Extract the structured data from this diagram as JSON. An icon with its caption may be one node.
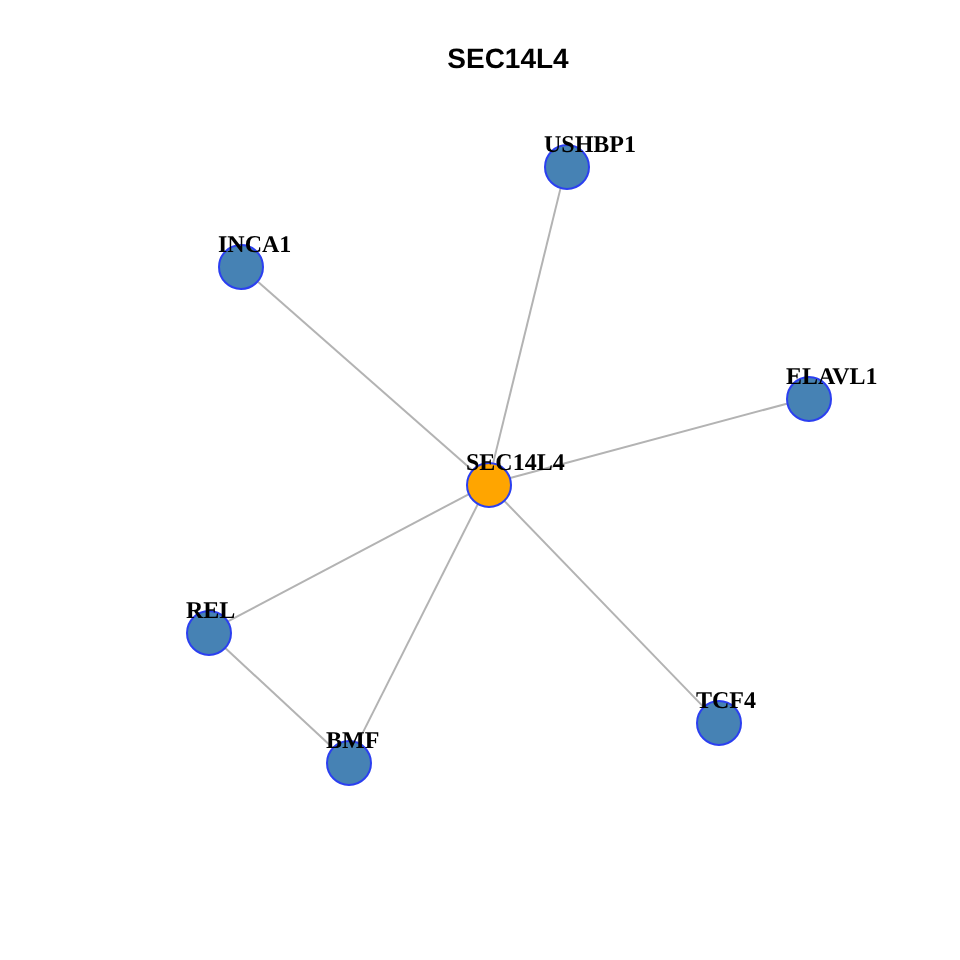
{
  "diagram": {
    "title": "SEC14L4",
    "nodes": [
      {
        "text": [
          "USHBP1"
        ]
      },
      {
        "text": [
          "INCA1"
        ]
      },
      {
        "text": [
          "ELAVL1"
        ]
      },
      {
        "text": [
          "SEC14L4"
        ]
      },
      {
        "text": [
          "REL"
        ]
      },
      {
        "text": [
          "TCF4"
        ]
      },
      {
        "text": [
          "BMF"
        ]
      }
    ],
    "edges": [
      {
        "from": 3,
        "to": 0,
        "arrow": "none"
      },
      {
        "from": 3,
        "to": 1,
        "arrow": "none"
      },
      {
        "from": 3,
        "to": 2,
        "arrow": "none"
      },
      {
        "from": 3,
        "to": 4,
        "arrow": "none"
      },
      {
        "from": 3,
        "to": 5,
        "arrow": "none"
      },
      {
        "from": 3,
        "to": 6,
        "arrow": "none"
      },
      {
        "from": 4,
        "to": 6,
        "arrow": "none"
      }
    ]
  }
}
